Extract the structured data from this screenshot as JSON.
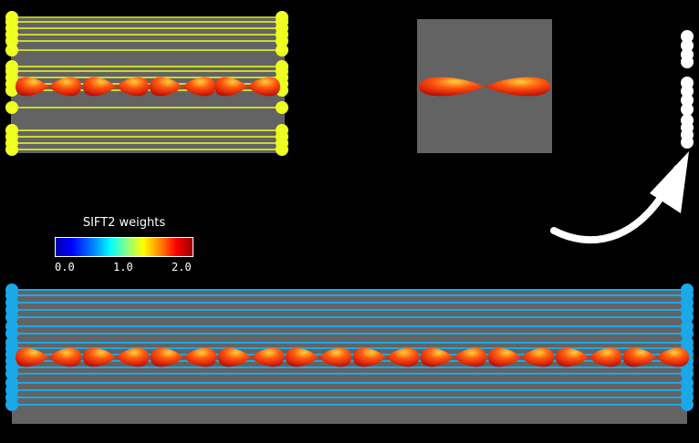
{
  "colorbar": {
    "title": "SIFT2 weights",
    "ticks": [
      "0.0",
      "1.0",
      "2.0"
    ]
  },
  "colors": {
    "background": "#000000",
    "panel": "#636363",
    "streamline_top": "#eeff22",
    "streamline_bottom": "#1aa8e8",
    "arrow": "#ffffff",
    "endpoint_target": "#ffffff"
  },
  "panels": [
    {
      "id": "top-left-phantom",
      "streamline_color_name": "yellow",
      "fixel_lobes": 4
    },
    {
      "id": "single-fixel-inset",
      "fixel_lobes": 1
    },
    {
      "id": "bottom-phantom",
      "streamline_color_name": "cyan",
      "fixel_lobes": 10
    }
  ]
}
